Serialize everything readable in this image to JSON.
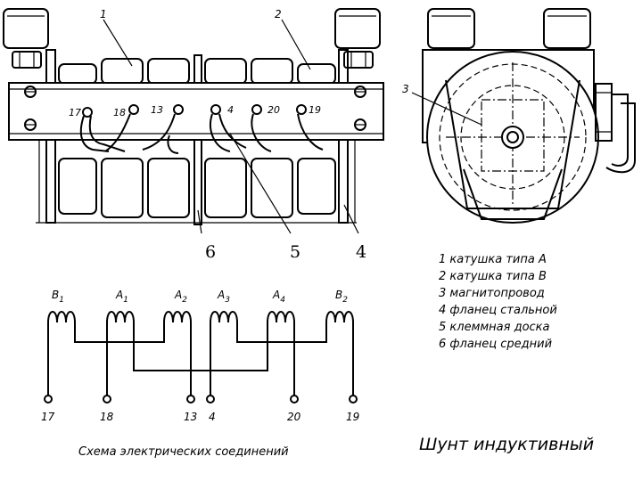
{
  "front_view": {
    "callouts": [
      "1",
      "2",
      "6",
      "5",
      "4"
    ],
    "terminals": [
      "17",
      "18",
      "13",
      "4",
      "20",
      "19"
    ]
  },
  "side_view": {
    "callouts": [
      "3"
    ]
  },
  "legend": [
    "1 катушка типа А",
    "2 катушка типа В",
    "3 магнитопровод",
    "4 фланец стальной",
    "5 клеммная доска",
    "6 фланец средний"
  ],
  "schematic": {
    "coils": [
      "B1",
      "A1",
      "A2",
      "A3",
      "A4",
      "B2"
    ],
    "coil_labels": [
      {
        "letter": "B",
        "sub": "1"
      },
      {
        "letter": "A",
        "sub": "1"
      },
      {
        "letter": "A",
        "sub": "2"
      },
      {
        "letter": "A",
        "sub": "3"
      },
      {
        "letter": "A",
        "sub": "4"
      },
      {
        "letter": "B",
        "sub": "2"
      }
    ],
    "terminals": [
      "17",
      "18",
      "13",
      "4",
      "20",
      "19"
    ],
    "caption": "Схема электрических соединений"
  },
  "title": "Шунт индуктивный"
}
